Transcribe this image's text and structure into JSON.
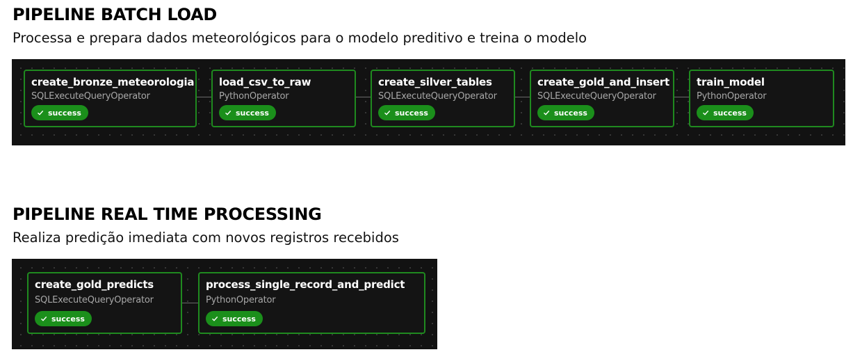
{
  "pipelines": [
    {
      "title": "PIPELINE BATCH LOAD",
      "description": "Processa e prepara dados meteorológicos para o modelo preditivo e treina o modelo",
      "tasks": [
        {
          "name": "create_bronze_meteorologia",
          "operator": "SQLExecuteQueryOperator",
          "status": "success",
          "status_icon": "check-icon"
        },
        {
          "name": "load_csv_to_raw",
          "operator": "PythonOperator",
          "status": "success",
          "status_icon": "check-icon"
        },
        {
          "name": "create_silver_tables",
          "operator": "SQLExecuteQueryOperator",
          "status": "success",
          "status_icon": "check-icon"
        },
        {
          "name": "create_gold_and_insert",
          "operator": "SQLExecuteQueryOperator",
          "status": "success",
          "status_icon": "check-icon"
        },
        {
          "name": "train_model",
          "operator": "PythonOperator",
          "status": "success",
          "status_icon": "check-icon"
        }
      ]
    },
    {
      "title": "PIPELINE REAL TIME PROCESSING",
      "description": "Realiza predição imediata com novos registros recebidos",
      "tasks": [
        {
          "name": "create_gold_predicts",
          "operator": "SQLExecuteQueryOperator",
          "status": "success",
          "status_icon": "check-icon"
        },
        {
          "name": "process_single_record_and_predict",
          "operator": "PythonOperator",
          "status": "success",
          "status_icon": "check-icon"
        }
      ]
    }
  ],
  "colors": {
    "success": "#1b8f1b",
    "node_border": "#1f8a1f",
    "graph_background": "#121212"
  }
}
